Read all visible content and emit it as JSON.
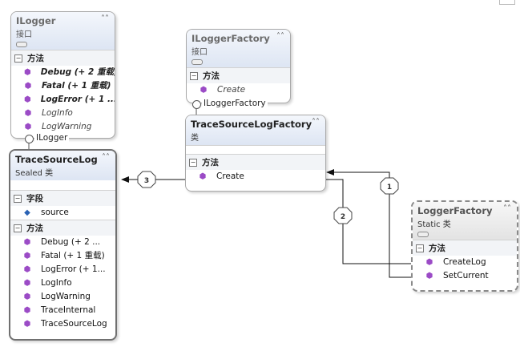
{
  "boxes": {
    "ilogger": {
      "title": "ILogger",
      "stereotype": "接口",
      "methods_label": "方法",
      "methods": [
        "Debug (+ 2 重载)",
        "Fatal (+ 1 重载)",
        "LogError (+ 1 ...",
        "LogInfo",
        "LogWarning"
      ]
    },
    "iloggerfactory": {
      "title": "ILoggerFactory",
      "stereotype": "接口",
      "methods_label": "方法",
      "methods": [
        "Create"
      ]
    },
    "tracesourcelogfactory": {
      "title": "TraceSourceLogFactory",
      "stereotype": "类",
      "methods_label": "方法",
      "methods": [
        "Create"
      ]
    },
    "tracesourcelog": {
      "title": "TraceSourceLog",
      "stereotype": "Sealed 类",
      "fields_label": "字段",
      "fields": [
        "source"
      ],
      "methods_label": "方法",
      "methods": [
        "Debug (+ 2 ...",
        "Fatal (+ 1 重载)",
        "LogError (+ 1...",
        "LogInfo",
        "LogWarning",
        "TraceInternal",
        "TraceSourceLog"
      ]
    },
    "loggerfactory": {
      "title": "LoggerFactory",
      "stereotype": "Static 类",
      "methods_label": "方法",
      "methods": [
        "CreateLog",
        "SetCurrent"
      ]
    }
  },
  "lollipops": {
    "ilogger": "ILogger",
    "iloggerfactory": "ILoggerFactory"
  },
  "markers": [
    "3",
    "2",
    "1"
  ]
}
